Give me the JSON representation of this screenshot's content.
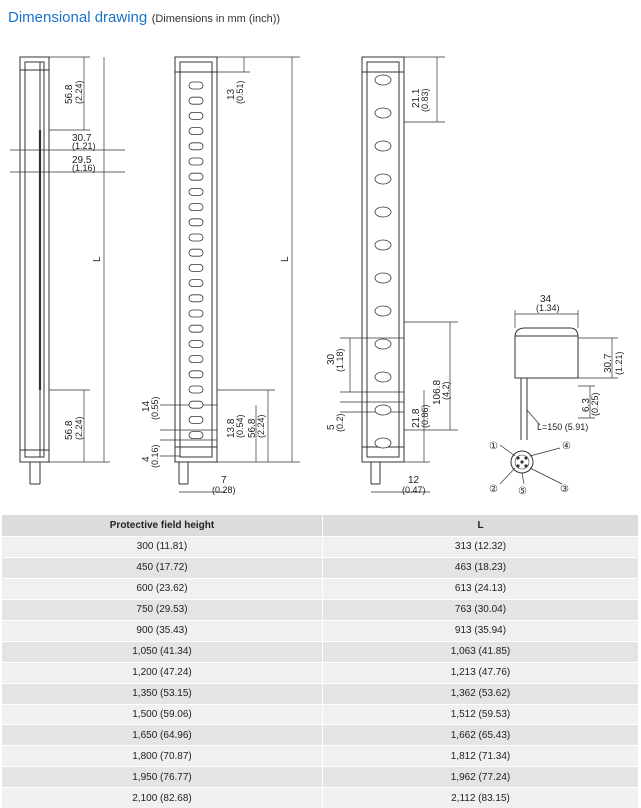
{
  "header": {
    "title": "Dimensional drawing",
    "subtitle": "(Dimensions in mm (inch))"
  },
  "drawing": {
    "view1": {
      "dim_top_mm": "56.8",
      "dim_top_in": "(2.24)",
      "dim_a_mm": "30.7",
      "dim_a_in": "(1.21)",
      "dim_b_mm": "29.5",
      "dim_b_in": "(1.16)",
      "length_label": "L",
      "dim_bottom_mm": "56.8",
      "dim_bottom_in": "(2.24)"
    },
    "view2": {
      "dim_13_mm": "13",
      "dim_13_in": "(0.51)",
      "length_label": "L",
      "dim_14_mm": "14",
      "dim_14_in": "(0.55)",
      "dim_4_mm": "4",
      "dim_4_in": "(0.16)",
      "dim_138_mm": "13.8",
      "dim_138_in": "(0.54)",
      "dim_568_mm": "56.8",
      "dim_568_in": "(2.24)",
      "dim_7_mm": "7",
      "dim_7_in": "(0.28)"
    },
    "view3": {
      "dim_211_mm": "21.1",
      "dim_211_in": "(0.83)",
      "dim_30_mm": "30",
      "dim_30_in": "(1.18)",
      "dim_5_mm": "5",
      "dim_5_in": "(0.2)",
      "dim_218_mm": "21.8",
      "dim_218_in": "(0.86)",
      "dim_1068_mm": "106.8",
      "dim_1068_in": "(4.2)",
      "dim_12_mm": "12",
      "dim_12_in": "(0.47)"
    },
    "view4": {
      "dim_34_mm": "34",
      "dim_34_in": "(1.34)",
      "dim_307_mm": "30.7",
      "dim_307_in": "(1.21)",
      "dim_63_mm": "6.3",
      "dim_63_in": "(0.25)",
      "cable_label": "L=150 (5.91)",
      "pins": [
        "①",
        "②",
        "③",
        "④",
        "⑤"
      ]
    }
  },
  "table": {
    "headers": [
      "Protective field height",
      "L"
    ],
    "rows": [
      [
        "300 (11.81)",
        "313 (12.32)"
      ],
      [
        "450 (17.72)",
        "463 (18.23)"
      ],
      [
        "600 (23.62)",
        "613 (24.13)"
      ],
      [
        "750 (29.53)",
        "763 (30.04)"
      ],
      [
        "900 (35.43)",
        "913 (35.94)"
      ],
      [
        "1,050 (41.34)",
        "1,063 (41.85)"
      ],
      [
        "1,200 (47.24)",
        "1,213 (47.76)"
      ],
      [
        "1,350 (53.15)",
        "1,362 (53.62)"
      ],
      [
        "1,500 (59.06)",
        "1,512 (59.53)"
      ],
      [
        "1,650 (64.96)",
        "1,662 (65.43)"
      ],
      [
        "1,800 (70.87)",
        "1,812 (71.34)"
      ],
      [
        "1,950 (76.77)",
        "1,962 (77.24)"
      ],
      [
        "2,100 (82.68)",
        "2,112 (83.15)"
      ]
    ]
  }
}
